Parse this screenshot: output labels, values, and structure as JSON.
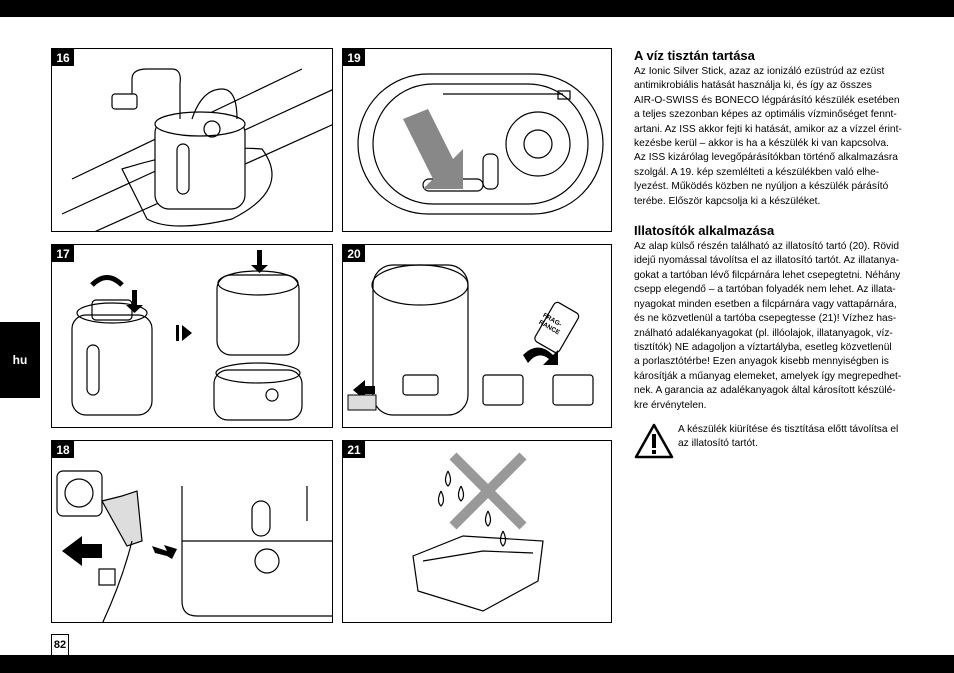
{
  "page": {
    "number": "82",
    "language_tab": "hu"
  },
  "figures": [
    {
      "label": "16",
      "icons": [
        "humidifier-under-faucet-icon"
      ]
    },
    {
      "label": "19",
      "icons": [
        "ionic-silver-stick-top-view-icon"
      ]
    },
    {
      "label": "17",
      "icons": [
        "refill-tank-cap-icon"
      ]
    },
    {
      "label": "20",
      "icons": [
        "fragrance-container-icon"
      ]
    },
    {
      "label": "18",
      "icons": [
        "plug-and-power-cord-icon"
      ]
    },
    {
      "label": "21",
      "icons": [
        "no-water-in-fragrance-tray-icon"
      ]
    }
  ],
  "fragrance_bottle_label": [
    "FRAG-",
    "RANCE"
  ],
  "sections": [
    {
      "heading": "A víz tisztán tartása",
      "lines": [
        "Az Ionic Silver Stick, azaz az ionizáló ezüstrúd az ezüst",
        "antimikrobiális hatását használja ki, és így az összes",
        "AIR-O-SWISS és BONECO légpárásító készülék esetében",
        "a teljes szezonban képes az optimális vízminőséget fennt-",
        "artani. Az ISS akkor fejti ki hatását, amikor az a vízzel érint-",
        "kezésbe kerül – akkor is ha a készülék ki van kapcsolva.",
        "Az ISS kizárólag levegőpárásítókban történő alkalmazásra",
        "szolgál. A 19. kép szemlélteti a készülékben való elhe-",
        "lyezést. Működés közben ne nyúljon a készülék párásító",
        "terébe. Először kapcsolja ki a készüléket."
      ]
    },
    {
      "heading": "Illatosítók alkalmazása",
      "lines": [
        "Az alap külső részén található az illatosító tartó (20). Rövid",
        "idejű nyomással távolítsa el az illatosító tartót. Az illatanya-",
        "gokat a tartóban lévő filcpárnára lehet csepegtetni. Néhány",
        "csepp elegendő – a tartóban folyadék nem lehet. Az illata-",
        "nyagokat minden esetben a filcpárnára vagy vattapárnára,",
        "és ne közvetlenül a tartóba csepegtesse (21)! Vízhez has-",
        "ználható adalékanyagokat (pl. illóolajok, illatanyagok, víz-",
        "tisztítók) NE adagoljon a víztartályba, esetleg közvetlenül",
        "a porlasztótérbe! Ezen anyagok kisebb mennyiségben is",
        "károsítják a műanyag elemeket, amelyek így megrepedhet-",
        "nek. A garancia az adalékanyagok által károsított készülé-",
        "kre érvénytelen."
      ]
    }
  ],
  "warning": {
    "icon": "warning-triangle-icon",
    "lines": [
      "A készülék kiürítése és tisztítása előtt távolítsa el",
      "az illatosító tartót."
    ]
  }
}
